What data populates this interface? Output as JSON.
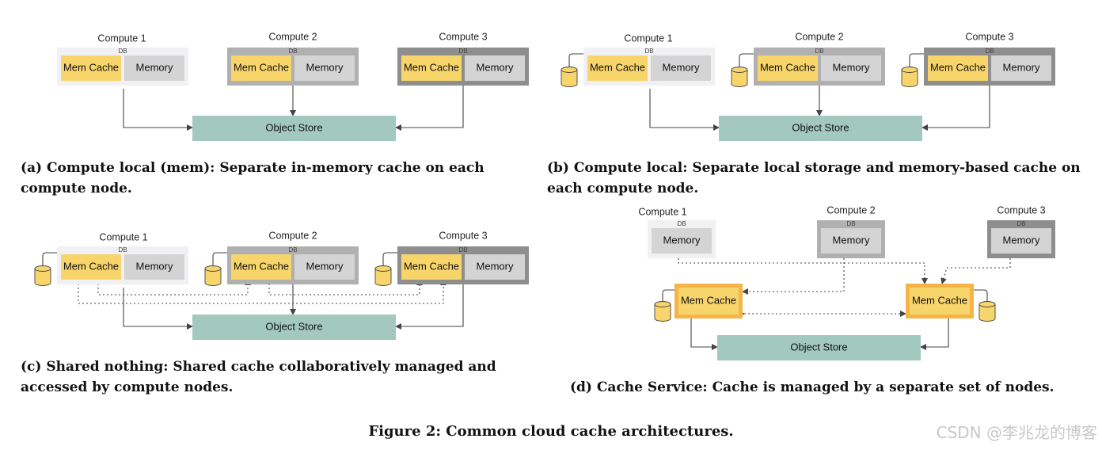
{
  "labels": {
    "compute_1": "Compute 1",
    "compute_2": "Compute 2",
    "compute_3": "Compute 3",
    "db": "DB",
    "mem_cache": "Mem Cache",
    "memory": "Memory",
    "object_store": "Object Store"
  },
  "captions": {
    "a": "(a) Compute local (mem): Separate in-memory cache on each compute node.",
    "b": "(b) Compute local: Separate local storage and memory-based cache on each compute node.",
    "c": "(c) Shared nothing: Shared cache collaboratively managed and accessed by compute nodes.",
    "d": "(d) Cache Service: Cache is managed by a separate set of nodes."
  },
  "figure_title": "Figure 2: Common cloud cache architectures.",
  "watermark": "CSDN @李兆龙的博客",
  "colors": {
    "cache": "#f8d56b",
    "cache_service_border": "#f4b448",
    "memory": "#d4d4d4",
    "object_store": "#a3c8be",
    "node_light": "#f1f1f4",
    "node_mid": "#b0b0b0",
    "node_dark": "#8e8e8e"
  }
}
